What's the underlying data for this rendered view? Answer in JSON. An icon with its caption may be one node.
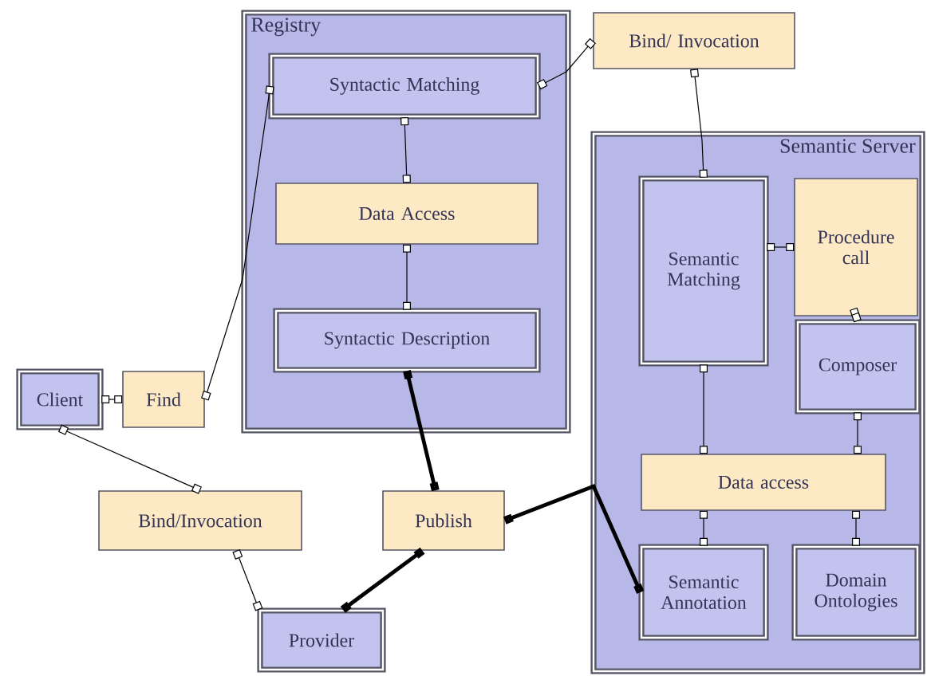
{
  "diagram": {
    "nodes": [
      {
        "text": [
          "Registry"
        ]
      },
      {
        "text": [
          "Syntactic Matching"
        ],
        "in": 0
      },
      {
        "text": [
          "Data Access"
        ],
        "in": 0
      },
      {
        "text": [
          "Syntactic Description"
        ],
        "in": 0
      },
      {
        "text": [
          "Bind/ Invocation"
        ]
      },
      {
        "text": [
          "Semantic Server"
        ]
      },
      {
        "text": [
          "Semantic Matching"
        ],
        "in": 5
      },
      {
        "text": [
          "Procedure call"
        ],
        "in": 5
      },
      {
        "text": [
          "Composer"
        ],
        "in": 5
      },
      {
        "text": [
          "Data access"
        ],
        "in": 5
      },
      {
        "text": [
          "Semantic Annotation"
        ],
        "in": 5
      },
      {
        "text": [
          "Domain Ontologies"
        ],
        "in": 5
      },
      {
        "text": [
          "Client"
        ]
      },
      {
        "text": [
          "Find"
        ]
      },
      {
        "text": [
          "Bind/Invocation"
        ]
      },
      {
        "text": [
          "Publish"
        ]
      },
      {
        "text": [
          "Provider"
        ]
      }
    ],
    "edges": [
      {
        "from": 12,
        "to": 13,
        "arrow": "other"
      },
      {
        "from": 13,
        "to": 1,
        "arrow": "other"
      },
      {
        "from": 1,
        "to": 4,
        "arrow": "other"
      },
      {
        "from": 4,
        "to": 6,
        "arrow": "other"
      },
      {
        "from": 6,
        "to": 7,
        "arrow": "other"
      },
      {
        "from": 7,
        "to": 8,
        "arrow": "other"
      },
      {
        "from": 6,
        "to": 9,
        "arrow": "other"
      },
      {
        "from": 8,
        "to": 9,
        "arrow": "other"
      },
      {
        "from": 9,
        "to": 10,
        "arrow": "other"
      },
      {
        "from": 9,
        "to": 11,
        "arrow": "other"
      },
      {
        "from": 1,
        "to": 2,
        "arrow": "other"
      },
      {
        "from": 2,
        "to": 3,
        "arrow": "other"
      },
      {
        "from": 12,
        "to": 14,
        "arrow": "other"
      },
      {
        "from": 14,
        "to": 16,
        "arrow": "other"
      },
      {
        "from": 16,
        "to": 15,
        "arrow": "other",
        "style": "thick"
      },
      {
        "from": 15,
        "to": 3,
        "arrow": "other",
        "style": "thick"
      },
      {
        "from": 15,
        "to": 10,
        "arrow": "other",
        "style": "thick"
      }
    ]
  }
}
